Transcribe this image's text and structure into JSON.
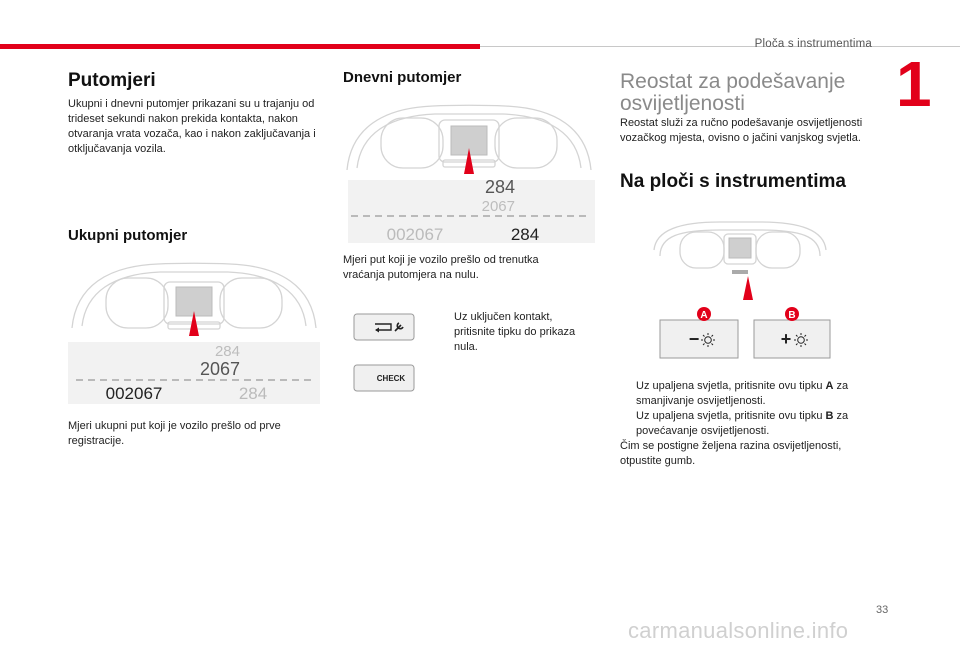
{
  "header": {
    "title": "Ploča s instrumentima",
    "chapter": "1"
  },
  "col1": {
    "heading": "Putomjeri",
    "intro": "Ukupni i dnevni putomjer prikazani su u trajanju od trideset sekundi nakon prekida kontakta, nakon otvaranja vrata vozača, kao i nakon zaključavanja i otključavanja vozila.",
    "subheading": "Ukupni putomjer",
    "figure": {
      "small": "284",
      "large": "2067",
      "main_value": "002067",
      "secondary_value": "284"
    },
    "caption": "Mjeri ukupni put koji je vozilo prešlo od prve registracije."
  },
  "col2": {
    "heading": "Dnevni putomjer",
    "figure": {
      "large": "284",
      "small": "2067",
      "secondary_value": "002067",
      "main_value": "284"
    },
    "caption": "Mjeri put koji je vozilo prešlo od trenutka vraćanja putomjera na nulu.",
    "button_check_label": "CHECK",
    "instruction_marker": "",
    "instruction": "Uz uključen kontakt, pritisnite tipku do prikaza nula."
  },
  "col3": {
    "heading": "Reostat za podešavanje osvijetljenosti",
    "intro": "Reostat služi za ručno podešavanje osvijetljenosti vozačkog mjesta, ovisno o jačini vanjskog svjetla.",
    "subheading": "Na ploči s instrumentima",
    "label_a": "A",
    "label_b": "B",
    "button_a_symbol": "−",
    "button_b_symbol": "+",
    "bullets": [
      {
        "marker": "",
        "before": "Uz upaljena svjetla, pritisnite ovu tipku ",
        "key": "A",
        "after": " za smanjivanje osvijetljenosti."
      },
      {
        "marker": "",
        "before": "Uz upaljena svjetla, pritisnite ovu tipku ",
        "key": "B",
        "after": " za povećavanje osvijetljenosti."
      }
    ],
    "outro": "Čim se postigne željena razina osvijetljenosti, otpustite gumb."
  },
  "footer": {
    "page_number": "33",
    "watermark": "carmanualsonline.info"
  },
  "colors": {
    "accent": "#e2001a",
    "heading_grey": "#8a8a8a"
  }
}
